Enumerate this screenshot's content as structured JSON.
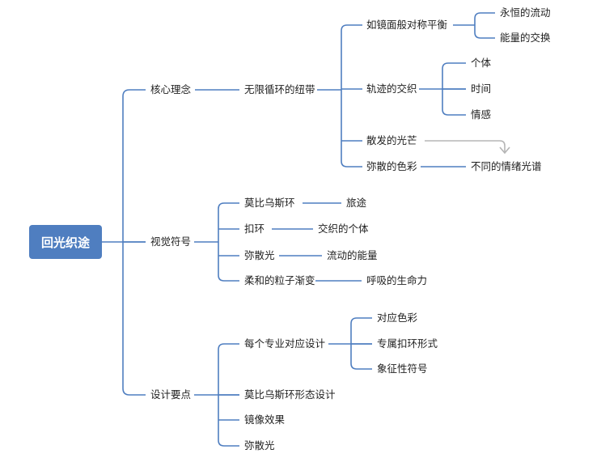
{
  "root": {
    "label": "回光织途",
    "children": [
      {
        "label": "核心理念",
        "children": [
          {
            "label": "无限循环的纽带",
            "children": [
              {
                "label": "如镜面般对称平衡",
                "children": [
                  {
                    "label": "永恒的流动"
                  },
                  {
                    "label": "能量的交换"
                  }
                ]
              },
              {
                "label": "轨迹的交织",
                "children": [
                  {
                    "label": "个体"
                  },
                  {
                    "label": "时间"
                  },
                  {
                    "label": "情感"
                  }
                ]
              },
              {
                "label": "散发的光芒"
              },
              {
                "label": "弥散的色彩",
                "children": [
                  {
                    "label": "不同的情绪光谱"
                  }
                ]
              }
            ]
          }
        ]
      },
      {
        "label": "视觉符号",
        "children": [
          {
            "label": "莫比乌斯环",
            "children": [
              {
                "label": "旅途"
              }
            ]
          },
          {
            "label": "扣环",
            "children": [
              {
                "label": "交织的个体"
              }
            ]
          },
          {
            "label": "弥散光",
            "children": [
              {
                "label": "流动的能量"
              }
            ]
          },
          {
            "label": "柔和的粒子渐变",
            "children": [
              {
                "label": "呼吸的生命力"
              }
            ]
          }
        ]
      },
      {
        "label": "设计要点",
        "children": [
          {
            "label": "每个专业对应设计",
            "children": [
              {
                "label": "对应色彩"
              },
              {
                "label": "专属扣环形式"
              },
              {
                "label": "象征性符号"
              }
            ]
          },
          {
            "label": "莫比乌斯环形态设计"
          },
          {
            "label": "镜像效果"
          },
          {
            "label": "弥散光"
          }
        ]
      }
    ]
  },
  "colors": {
    "root_fill": "#4f7ec0",
    "connector": "#4f7ec0",
    "arrow": "#b5b5b5"
  }
}
